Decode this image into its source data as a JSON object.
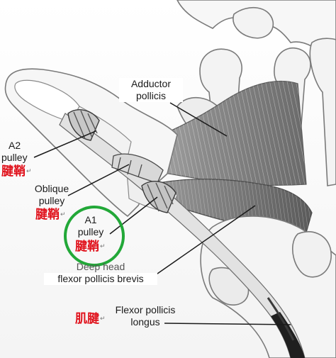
{
  "labels": {
    "adductor_line1": "Adductor",
    "adductor_line2": "pollicis",
    "a2_line1": "A2",
    "a2_line2": "pulley",
    "a2_cn": "腱鞘",
    "oblique_line1": "Oblique",
    "oblique_line2": "pulley",
    "oblique_cn": "腱鞘",
    "a1_line1": "A1",
    "a1_line2": "pulley",
    "a1_cn": "腱鞘",
    "deep_head_line1": "Deep head",
    "deep_head_line2": "flexor pollicis brevis",
    "fpl_line1": "Flexor pollicis",
    "fpl_line2": "longus",
    "fpl_cn": "肌腱",
    "return_mark": "↵"
  },
  "colors": {
    "label_text": "#1a1a1a",
    "chinese_annotation": "#e0101a",
    "highlight_circle": "#22a838",
    "bone_fill": "#f1f1f1",
    "muscle_fill": "#8c8c8c",
    "tendon_fill": "#dcdcdc",
    "tendon_dark": "#2a2a2a"
  },
  "highlight": {
    "target": "A1 pulley",
    "shape": "circle"
  }
}
